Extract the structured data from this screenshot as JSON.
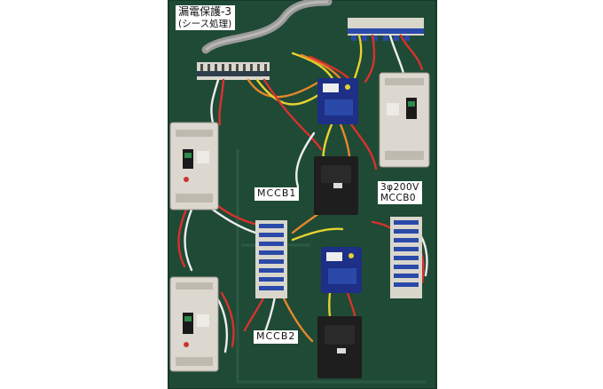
{
  "labels": {
    "title_line1": "漏電保護-3",
    "title_line2": "(シース処理)",
    "mccb1": "MCCB1",
    "mccb0_line1": "3φ200V",
    "mccb0_line2": "MCCB0",
    "mccb2": "MCCB2"
  },
  "colors": {
    "backdrop": "#ffffff",
    "panel_green": "#1f4a36",
    "breaker_body": "#dcd8cf",
    "terminal_blue": "#2a49a8",
    "relay_blue": "#1d2f86",
    "wire_red": "#d8322c",
    "wire_orange": "#e8872a",
    "wire_yellow": "#e6d230",
    "wire_white": "#eeeeee",
    "conduit_grey": "#9a9a98"
  }
}
